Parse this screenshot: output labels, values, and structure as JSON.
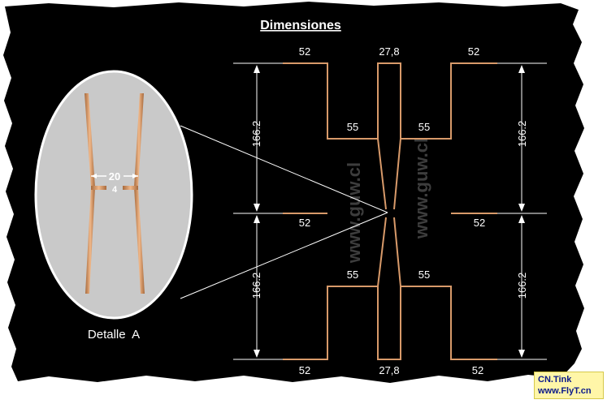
{
  "title": "Dimensiones",
  "watermarks": [
    "www.guw.cl",
    "www.guw.cl"
  ],
  "detail": {
    "label": "Detalle  A",
    "gap_value": "20",
    "feed_value": "4"
  },
  "dimensions": {
    "left_top_52": "52",
    "left_mid_52": "52",
    "left_bottom_52": "52",
    "right_top_52": "52",
    "right_mid_52": "52",
    "right_bottom_52": "52",
    "center_top": "27,8",
    "center_bottom": "27,8",
    "left_upper_55": "55",
    "left_lower_55": "55",
    "right_upper_55": "55",
    "right_lower_55": "55",
    "left_upper_height": "166.2",
    "left_lower_height": "166.2",
    "right_upper_height": "166.2",
    "right_lower_height": "166.2"
  },
  "credit": {
    "line1": "CN.Tink",
    "line2": "www.FlyT.cn"
  },
  "colors": {
    "background": "#000000",
    "element": "#d89a6a",
    "text": "#ffffff",
    "border": "#ffffff",
    "credit_bg": "#fff6a8"
  }
}
